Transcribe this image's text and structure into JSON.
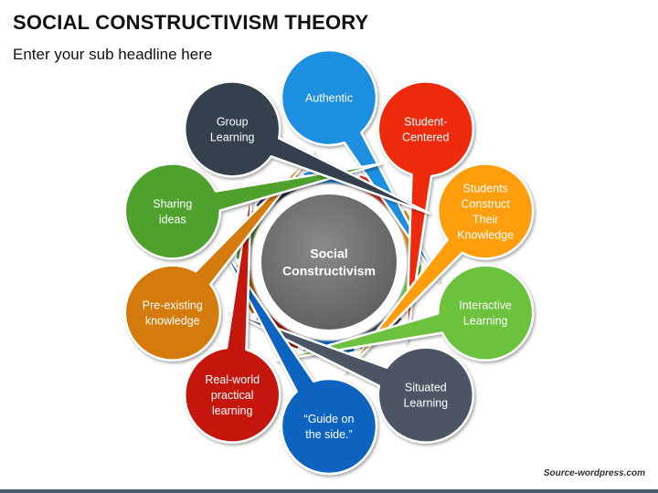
{
  "header": {
    "title": "SOCIAL CONSTRUCTIVISM THEORY",
    "subtitle": "Enter your sub headline here"
  },
  "center": {
    "lines": [
      "Social",
      "Constructivism"
    ]
  },
  "nodes": [
    {
      "id": "authentic",
      "lines": [
        "Authentic"
      ],
      "color": "#1f8fe0"
    },
    {
      "id": "student-centered",
      "lines": [
        "Student-",
        "Centered"
      ],
      "color": "#ee2a10"
    },
    {
      "id": "students-construct",
      "lines": [
        "Students",
        "Construct",
        "Their",
        "Knowledge"
      ],
      "color": "#ff9e10"
    },
    {
      "id": "interactive-learning",
      "lines": [
        "Interactive",
        "Learning"
      ],
      "color": "#6cc23e"
    },
    {
      "id": "situated-learning",
      "lines": [
        "Situated",
        "Learning"
      ],
      "color": "#4b5564"
    },
    {
      "id": "guide-on-side",
      "lines": [
        "“Guide on",
        "the side.”"
      ],
      "color": "#0a64c0"
    },
    {
      "id": "real-world",
      "lines": [
        "Real-world",
        "practical",
        "learning"
      ],
      "color": "#c4180d"
    },
    {
      "id": "pre-existing",
      "lines": [
        "Pre-existing",
        "knowledge"
      ],
      "color": "#d57a08"
    },
    {
      "id": "sharing-ideas",
      "lines": [
        "Sharing",
        "ideas"
      ],
      "color": "#4fa12e"
    },
    {
      "id": "group-learning",
      "lines": [
        "Group",
        "Learning"
      ],
      "color": "#364150"
    }
  ],
  "ring_colors": [
    "#1f8fe0",
    "#d2271a",
    "#e9860c",
    "#6cc23e",
    "#3f4a59",
    "#0a5fb0",
    "#8e1309",
    "#ab5c07",
    "#4b8d2a",
    "#2d3846"
  ],
  "footer": {
    "source": "Source-wordpress.com"
  }
}
